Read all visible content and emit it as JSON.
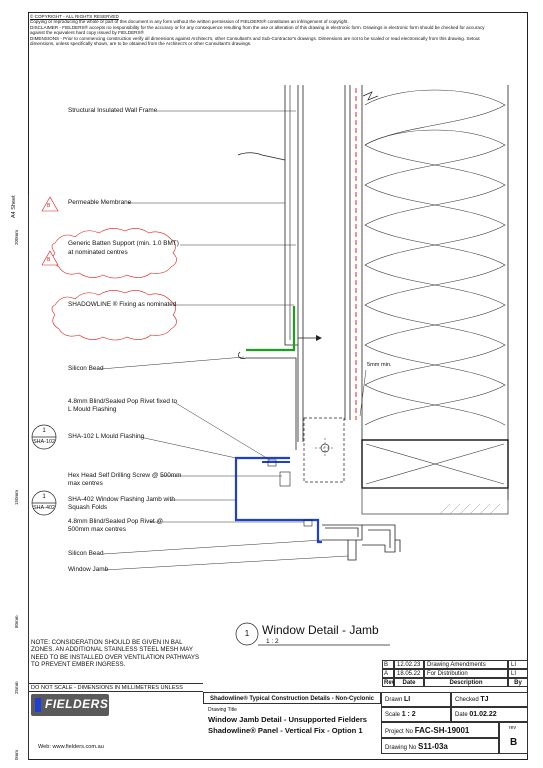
{
  "disclaimer": {
    "copyright_title": "© COPYRIGHT - ALL RIGHTS RESERVED",
    "copyright_text": "Copying or reproducing the whole or part of this document in any form without the written permission of FIELDERS® constitutes an infringement of copyright.",
    "disclaimer_text": "DISCLAIMER - FIELDERS® accepts no responsibility for the accuracy or for any consequence resulting from the use or alteration of this drawing in electronic form.  Drawings in electronic form should be checked for accuracy against the equivalent hard copy issued by FIELDERS®",
    "dimensions_text": "DIMENSIONS - Prior to commencing construction verify all dimensions against Architect's, other Consultant's and Sub-Contractor's drawings. Dimensions are not to be scaled or read electronically from this drawing. Setout dimensions, unless specifically shown, are to be obtained from the Architect's or other Consultant's drawings."
  },
  "ruler": {
    "sheet_label": "A4 Sheet",
    "marks": [
      "200mm",
      "150mm",
      "80mm",
      "25mm",
      "0mm"
    ]
  },
  "labels": {
    "sip_frame": "Structural Insulated Wall Frame",
    "permeable_membrane": "Permeable Membrane",
    "batten_line1": "Generic Batten Support (min. 1.0 BMT)",
    "batten_line2": "at nominated centres",
    "fixing": "SHADOWLINE ® Fixing as nominated",
    "silicon_bead_1": "Silicon Bead",
    "rivet_1_line1": "4.8mm Blind/Sealed Pop Rivet fixed to",
    "rivet_1_line2": "L Mould Flashing",
    "l_mould": "SHA-102 L Mould Flashing",
    "screw_line1": "Hex Head Self Drilling Screw @ 500mm",
    "screw_line2": "max centres",
    "jamb_line1": "SHA-402 Window Flashing Jamb with",
    "jamb_line2": "Squash Folds",
    "rivet_2_line1": "4.8mm Blind/Sealed Pop Rivet @",
    "rivet_2_line2": "500mm max centres",
    "silicon_bead_2": "Silicon Bead",
    "window_jamb": "Window Jamb",
    "min_gap": "5mm min."
  },
  "callouts": [
    {
      "num": "1",
      "ref": "SHA-102"
    },
    {
      "num": "1",
      "ref": "SHA-402"
    }
  ],
  "rev_marker": "B",
  "detail": {
    "num": "1",
    "title": "Window Detail - Jamb",
    "scale": "1 : 2"
  },
  "bal_note": "NOTE: CONSIDERATION SHOULD BE GIVEN IN BAL ZONES. AN ADDITIONAL STAINLESS STEEL MESH MAY NEED TO BE INSTALLED OVER VENTILATION PATHWAYS TO PREVENT EMBER INGRESS.",
  "do_not_scale": "DO NOT SCALE - DIMENSIONS IN MILLIMETRES UNLESS STATED OTHERWISE",
  "revisions": [
    {
      "rev": "B",
      "date": "12.02.23",
      "description": "Drawing Amendments",
      "by": "LI"
    },
    {
      "rev": "A",
      "date": "18.05.22",
      "description": "For Distribution",
      "by": "LI"
    }
  ],
  "rev_headers": {
    "rev": "Rev",
    "date": "Date",
    "description": "Description",
    "by": "By"
  },
  "title_block": {
    "series_title": "Shadowline® Typical Construction Details - Non-Cyclonic",
    "logo": "FIELDERS",
    "drawing_title_label": "Drawing Title",
    "title_line1": "Window Jamb Detail - Unsupported Fielders",
    "title_line2": "Shadowline® Panel - Vertical Fix - Option 1",
    "web": "Web: www.fielders.com.au",
    "drawn_label": "Drawn",
    "drawn": "LI",
    "checked_label": "Checked",
    "checked": "TJ",
    "scale_label": "Scale",
    "scale": "1 : 2",
    "date_label": "Date",
    "date": "01.02.22",
    "project_label": "Project No",
    "project_no": "FAC-SH-19001",
    "drawing_label": "Drawing No",
    "drawing_no": "S11-03a",
    "rev_label": "rev",
    "rev": "B"
  },
  "colors": {
    "flashing_blue": "#1d3fd6",
    "fixing_green": "#1aa11a",
    "membrane_red": "#e01818",
    "line": "#222222"
  }
}
